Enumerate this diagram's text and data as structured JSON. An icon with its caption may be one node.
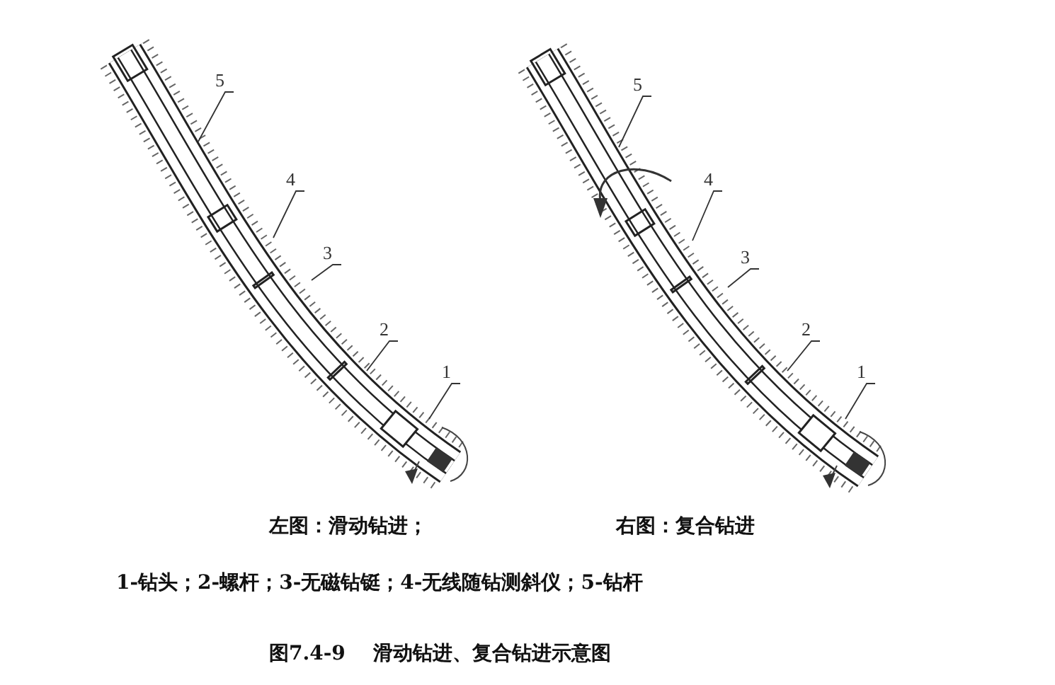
{
  "diagram": {
    "caption": "图7.4-9    滑动钻进、复合钻进示意图",
    "nodes": [
      {
        "text": [
          "5"
        ]
      },
      {
        "text": [
          "4"
        ]
      },
      {
        "text": [
          "3"
        ]
      },
      {
        "text": [
          "2"
        ]
      },
      {
        "text": [
          "1"
        ]
      },
      {
        "text": [
          "5"
        ]
      },
      {
        "text": [
          "4"
        ]
      },
      {
        "text": [
          "3"
        ]
      },
      {
        "text": [
          "2"
        ]
      },
      {
        "text": [
          "1"
        ]
      }
    ],
    "edges": [
      {
        "from": 0,
        "to": null,
        "arrow": "none"
      },
      {
        "from": 1,
        "to": null,
        "arrow": "none"
      },
      {
        "from": 2,
        "to": null,
        "arrow": "none"
      },
      {
        "from": 3,
        "to": null,
        "arrow": "none"
      },
      {
        "from": 4,
        "to": null,
        "arrow": "none"
      },
      {
        "from": 5,
        "to": null,
        "arrow": "none"
      },
      {
        "from": 6,
        "to": null,
        "arrow": "none"
      },
      {
        "from": 7,
        "to": null,
        "arrow": "none"
      },
      {
        "from": 8,
        "to": null,
        "arrow": "none"
      },
      {
        "from": 9,
        "to": null,
        "arrow": "none"
      }
    ],
    "labels": [
      "左图：滑动钻进；",
      "右图：复合钻进",
      "1-钻头；2-螺杆；3-无磁钻铤；4-无线随钻测斜仪；5-钻杆"
    ]
  }
}
